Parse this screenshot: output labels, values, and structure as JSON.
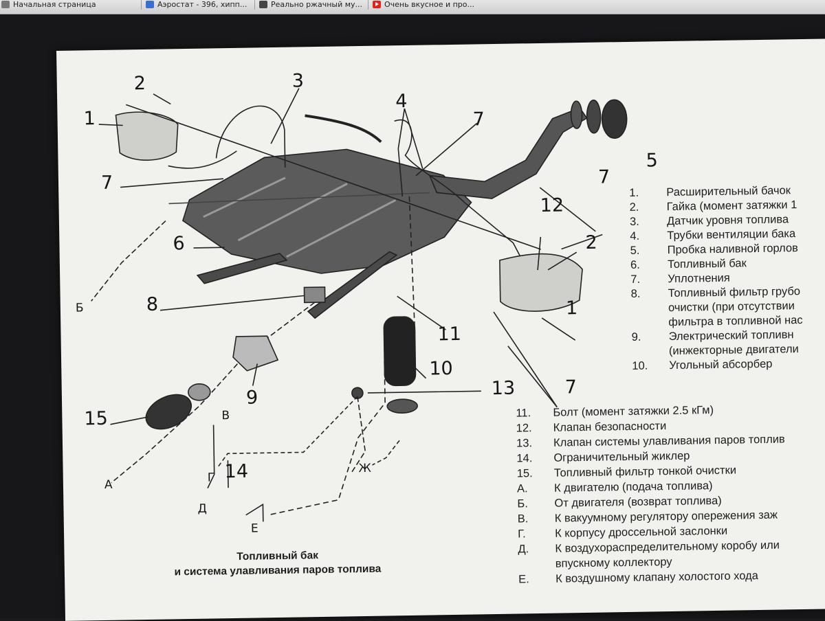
{
  "bookmarks": [
    {
      "label": "Начальная страница",
      "icon": "grey-favicon-icon"
    },
    {
      "label": "Аэростат - 396, хипп...",
      "icon": "blue-favicon-icon"
    },
    {
      "label": "Реально ржачный му...",
      "icon": "dark-favicon-icon"
    },
    {
      "label": "Очень вкусное и про...",
      "icon": "youtube-icon"
    }
  ],
  "diagram": {
    "callouts": {
      "c1a": "1",
      "c1b": "1",
      "c2a": "2",
      "c2b": "2",
      "c3": "3",
      "c4": "4",
      "c5": "5",
      "c6": "6",
      "c7a": "7",
      "c7b": "7",
      "c7c": "7",
      "c7d": "7",
      "c8": "8",
      "c9": "9",
      "c10": "10",
      "c11": "11",
      "c12": "12",
      "c13": "13",
      "c14": "14",
      "c15": "15",
      "lA": "А",
      "lB": "Б",
      "lV": "В",
      "lG": "Г",
      "lD": "Д",
      "lE": "Е",
      "lZh": "Ж"
    }
  },
  "legend_left": [
    {
      "num": "1.",
      "text": "Расширительный бачок"
    },
    {
      "num": "2.",
      "text": "Гайка (момент затяжки 1"
    },
    {
      "num": "3.",
      "text": "Датчик уровня топлива"
    },
    {
      "num": "4.",
      "text": "Трубки вентиляции бака"
    },
    {
      "num": "5.",
      "text": "Пробка наливной горлов"
    },
    {
      "num": "6.",
      "text": "Топливный бак"
    },
    {
      "num": "7.",
      "text": "Уплотнения"
    },
    {
      "num": "8.",
      "text": "Топливный фильтр грубо"
    },
    {
      "num": "",
      "text": "очистки (при отсутствии"
    },
    {
      "num": "",
      "text": "фильтра в топливной нас"
    },
    {
      "num": "9.",
      "text": "Электрический топливн"
    },
    {
      "num": "",
      "text": "(инжекторные двигатели"
    },
    {
      "num": "10.",
      "text": "Угольный абсорбер"
    }
  ],
  "legend_right": [
    {
      "num": "11.",
      "text": "Болт (момент затяжки 2.5 кГм)"
    },
    {
      "num": "12.",
      "text": "Клапан безопасности"
    },
    {
      "num": "13.",
      "text": "Клапан системы улавливания паров топлив"
    },
    {
      "num": "14.",
      "text": "Ограничительный жиклер"
    },
    {
      "num": "15.",
      "text": "Топливный фильтр тонкой очистки"
    },
    {
      "num": "А.",
      "text": "К двигателю (подача топлива)"
    },
    {
      "num": "Б.",
      "text": "От двигателя (возврат топлива)"
    },
    {
      "num": "В.",
      "text": "К вакуумному регулятору опережения заж"
    },
    {
      "num": "Г.",
      "text": "К корпусу дроссельной заслонки"
    },
    {
      "num": "Д.",
      "text": "К воздухораспределительному коробу или"
    },
    {
      "num": "",
      "text": "впускному коллектору"
    },
    {
      "num": "Е.",
      "text": "К воздушному клапану холостого хода"
    }
  ],
  "caption": {
    "line1": "Топливный бак",
    "line2": "и система улавливания паров топлива"
  }
}
